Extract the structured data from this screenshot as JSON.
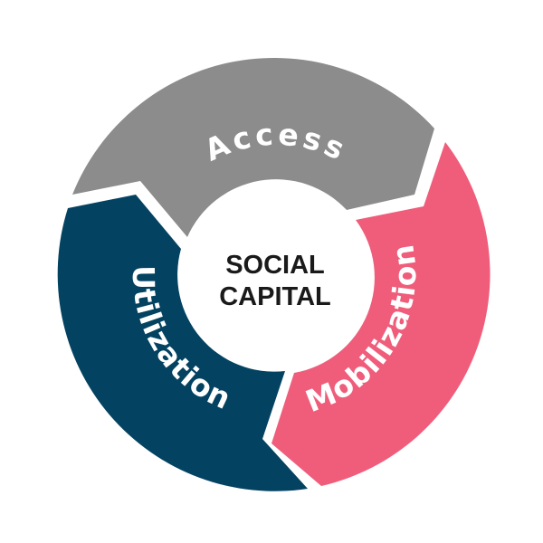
{
  "center": {
    "line1": "SOCIAL",
    "line2": "CAPITAL"
  },
  "segments": [
    {
      "label": "Access",
      "color": "#8c8c8c"
    },
    {
      "label": "Mobilization",
      "color": "#ef5d7b"
    },
    {
      "label": "Utilization",
      "color": "#034261"
    }
  ]
}
